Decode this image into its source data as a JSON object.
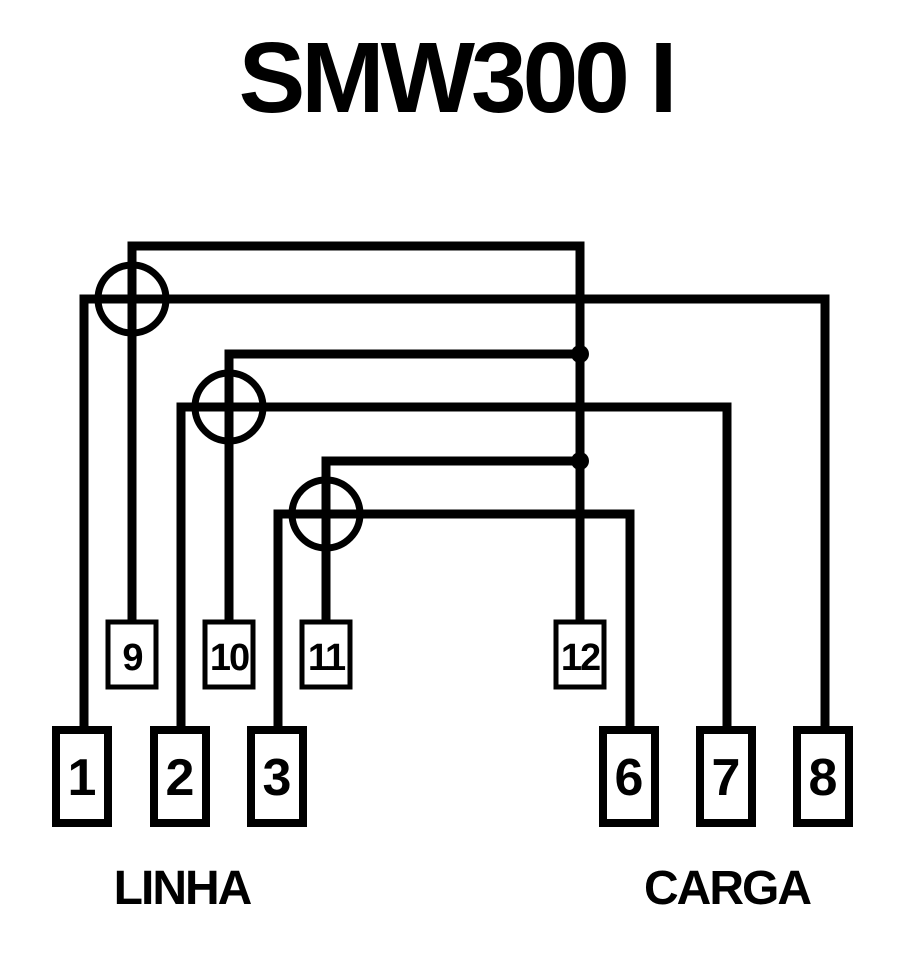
{
  "title": "SMW300 I",
  "labels": {
    "line": "LINHA",
    "load": "CARGA"
  },
  "voltage_terminals": [
    "9",
    "10",
    "11",
    "12"
  ],
  "main_terminals": [
    "1",
    "2",
    "3",
    "6",
    "7",
    "8"
  ],
  "colors": {
    "line": "#000000",
    "background": "#ffffff"
  }
}
